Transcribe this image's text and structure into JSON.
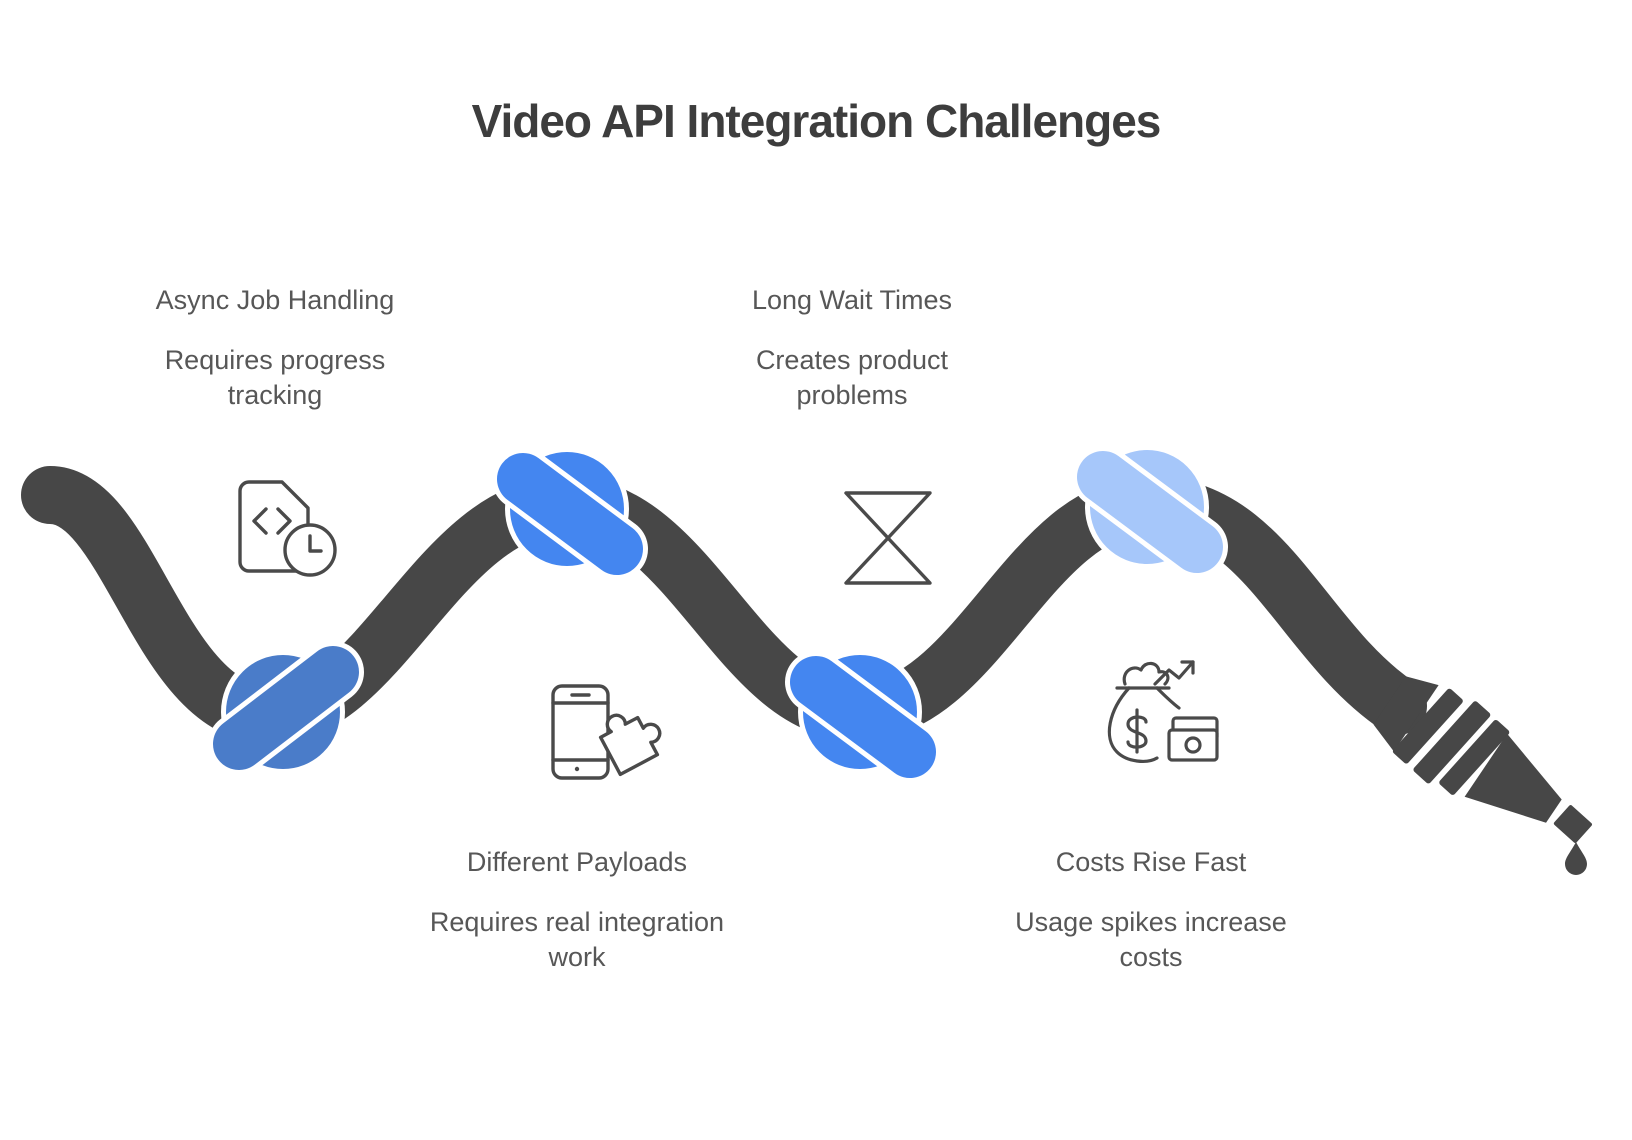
{
  "title": "Video API Integration Challenges",
  "items": [
    {
      "title": "Async Job Handling",
      "lines": [
        "Requires progress",
        "tracking"
      ],
      "icon": "document-code-clock",
      "knot_color": "#4a7cc9"
    },
    {
      "title": "Long Wait Times",
      "lines": [
        "Creates product",
        "problems"
      ],
      "icon": "hourglass",
      "knot_color": "#4486f0"
    },
    {
      "title": "Different Payloads",
      "lines": [
        "Requires real integration",
        "work"
      ],
      "icon": "smartphone-puzzle",
      "knot_color": "#4486f0"
    },
    {
      "title": "Costs Rise Fast",
      "lines": [
        "Usage spikes increase",
        "costs"
      ],
      "icon": "money-growth",
      "knot_color": "#a6c7fa"
    }
  ],
  "colors": {
    "rope": "#474747",
    "title_text": "#3d3d3d",
    "body_text": "#575757",
    "icon_stroke": "#4a4a4a",
    "background": "#ffffff"
  }
}
